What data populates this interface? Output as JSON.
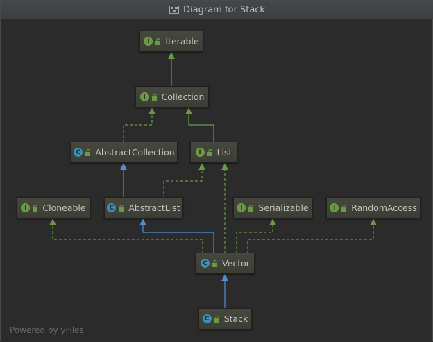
{
  "window": {
    "title": "Diagram for Stack"
  },
  "footer": {
    "text": "Powered by yFiles"
  },
  "colors": {
    "interface_edge": "#6a9a48",
    "class_edge": "#4f8fd6",
    "node_text": "#c4c4c4"
  },
  "nodes": {
    "iterable": {
      "label": "Iterable",
      "kind": "interface",
      "badge": "I"
    },
    "collection": {
      "label": "Collection",
      "kind": "interface",
      "badge": "I"
    },
    "abstract_collection": {
      "label": "AbstractCollection",
      "kind": "abstract",
      "badge": "C"
    },
    "list": {
      "label": "List",
      "kind": "interface",
      "badge": "I"
    },
    "cloneable": {
      "label": "Cloneable",
      "kind": "interface",
      "badge": "I"
    },
    "abstract_list": {
      "label": "AbstractList",
      "kind": "abstract",
      "badge": "C"
    },
    "serializable": {
      "label": "Serializable",
      "kind": "interface",
      "badge": "I"
    },
    "random_access": {
      "label": "RandomAccess",
      "kind": "interface",
      "badge": "I"
    },
    "vector": {
      "label": "Vector",
      "kind": "class",
      "badge": "C"
    },
    "stack": {
      "label": "Stack",
      "kind": "class",
      "badge": "C"
    }
  }
}
